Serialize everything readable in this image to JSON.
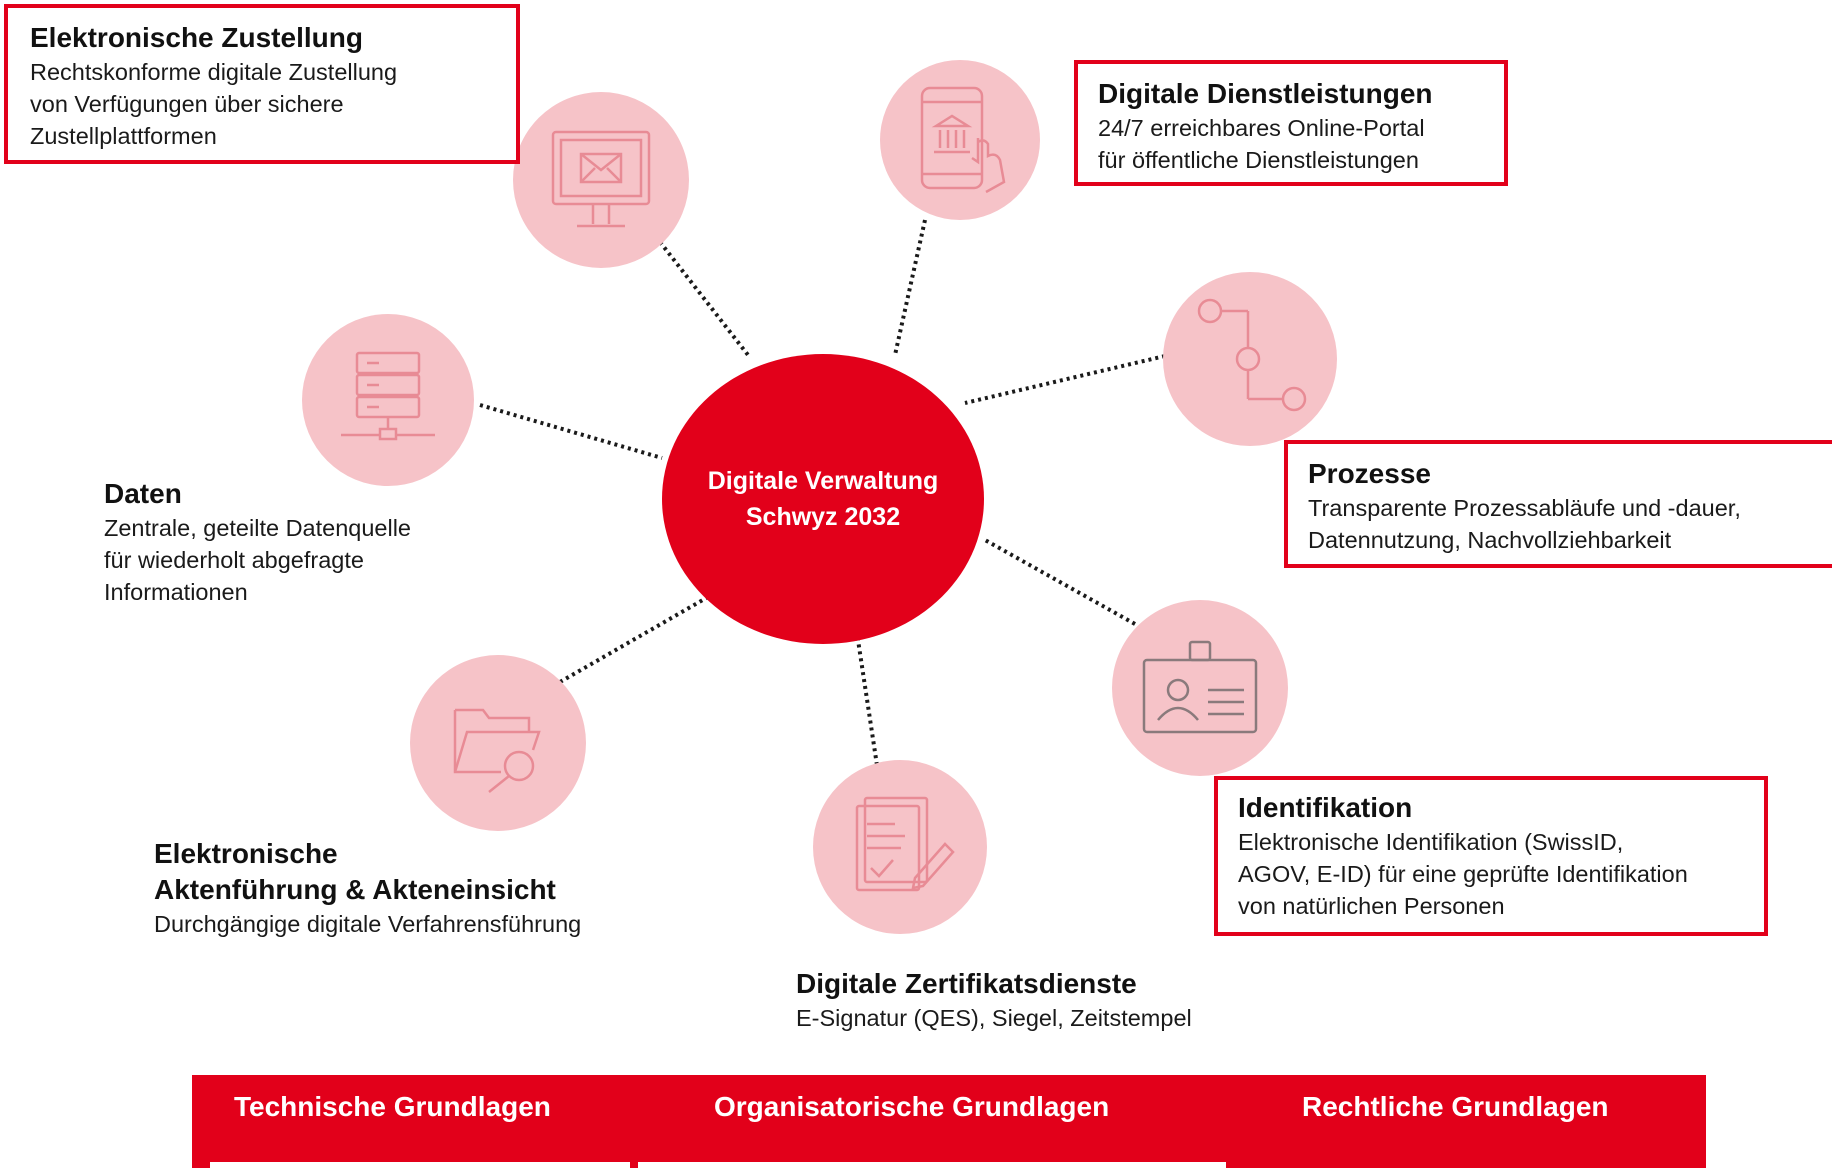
{
  "hub": {
    "line1": "Digitale Verwaltung",
    "line2": "Schwyz 2032"
  },
  "nodes": {
    "zustellung": {
      "title": "Elektronische Zustellung",
      "lines": [
        "Rechtskonforme digitale Zustellung",
        "von Verfügungen über sichere",
        "Zustellplattformen"
      ],
      "icon": "envelope-monitor-icon"
    },
    "dienstleistungen": {
      "title": "Digitale Dienstleistungen",
      "lines": [
        "24/7 erreichbares Online-Portal",
        "für öffentliche Dienstleistungen"
      ],
      "icon": "mobile-government-icon"
    },
    "prozesse": {
      "title": "Prozesse",
      "lines": [
        "Transparente Prozessabläufe und -dauer,",
        "Datennutzung, Nachvollziehbarkeit"
      ],
      "icon": "process-flow-icon"
    },
    "identifikation": {
      "title": "Identifikation",
      "lines": [
        "Elektronische Identifikation (SwissID,",
        "AGOV, E-ID) für eine geprüfte Identifikation",
        "von natürlichen Personen"
      ],
      "icon": "id-card-icon"
    },
    "zertifikate": {
      "title": "Digitale Zertifikatsdienste",
      "lines": [
        "E-Signatur (QES), Siegel, Zeitstempel"
      ],
      "icon": "signed-document-icon"
    },
    "akten": {
      "title_line1": "Elektronische",
      "title_line2": "Aktenführung & Akteneinsicht",
      "lines": [
        "Durchgängige digitale Verfahrensführung"
      ],
      "icon": "folder-search-icon"
    },
    "daten": {
      "title": "Daten",
      "lines": [
        "Zentrale, geteilte Datenquelle",
        "für wiederholt abgefragte",
        "Informationen"
      ],
      "icon": "database-server-icon"
    }
  },
  "foundation": {
    "technisch": "Technische Grundlagen",
    "organisatorisch": "Organisatorische Grundlagen",
    "rechtlich": "Rechtliche Grundlagen"
  },
  "colors": {
    "accent": "#e2001a",
    "node_fill": "#f6c3c8",
    "icon_stroke": "#e88b95"
  }
}
